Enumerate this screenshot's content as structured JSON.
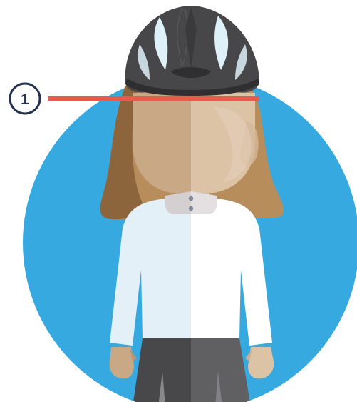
{
  "marker": {
    "number": "1"
  },
  "colors": {
    "background_circle": "#36a9e1",
    "hair": "#b88d5c",
    "hair_shadow": "#8d653c",
    "face": "#c9a886",
    "face_light": "#dcc3a6",
    "helmet": "#47474a",
    "helmet_dark": "#2f2f32",
    "helmet_vent": "#dff1f8",
    "shirt_left": "#e3f0f8",
    "shirt_right": "#ffffff",
    "collar": "#d4d0d2",
    "button": "#7d8796",
    "skirt_left": "#48484b",
    "skirt_right": "#606063",
    "guide_line": "#e85a4a",
    "marker_stroke": "#24324f"
  },
  "icons": {
    "figure": "cyclist-helmet-figure",
    "marker": "numbered-circle-marker"
  }
}
